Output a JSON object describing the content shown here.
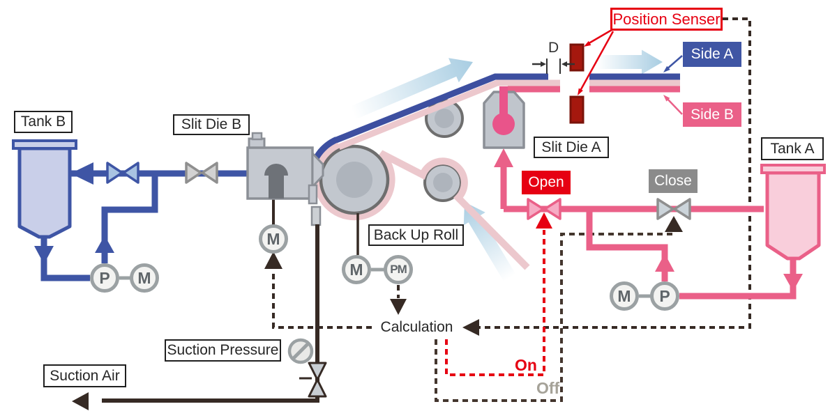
{
  "labels": {
    "tank_b": "Tank B",
    "slit_die_b": "Slit Die B",
    "back_up_roll": "Back Up Roll",
    "slit_die_a": "Slit Die A",
    "tank_a": "Tank A",
    "position_senser": "Position Senser",
    "side_a": "Side A",
    "side_b": "Side B",
    "open": "Open",
    "close": "Close",
    "calculation": "Calculation",
    "suction_pressure": "Suction Pressure",
    "suction_air": "Suction Air",
    "on": "On",
    "off": "Off",
    "d": "D"
  },
  "instruments": {
    "pump": "P",
    "motor": "M",
    "pump_motor": "PM"
  },
  "colors": {
    "pipe_blue": "#3e55a5",
    "valve_light_blue": "#a9c3e2",
    "tank_b_fill": "#c9cfe9",
    "pipe_pink": "#ea6088",
    "valve_light_pink": "#f6abc4",
    "tank_a_fill": "#f9cedb",
    "web_film_pink": "#ecc8cd",
    "web_coat_blue": "#3d4fa0",
    "accent_red": "#e60012",
    "sensor_red": "#a5180e",
    "control_dark": "#362a24",
    "roll_gray": "#c2c7ce",
    "die_gray": "#c5c9d0",
    "label_gray": "#8b8b8b",
    "off_gray": "#a5a298"
  }
}
